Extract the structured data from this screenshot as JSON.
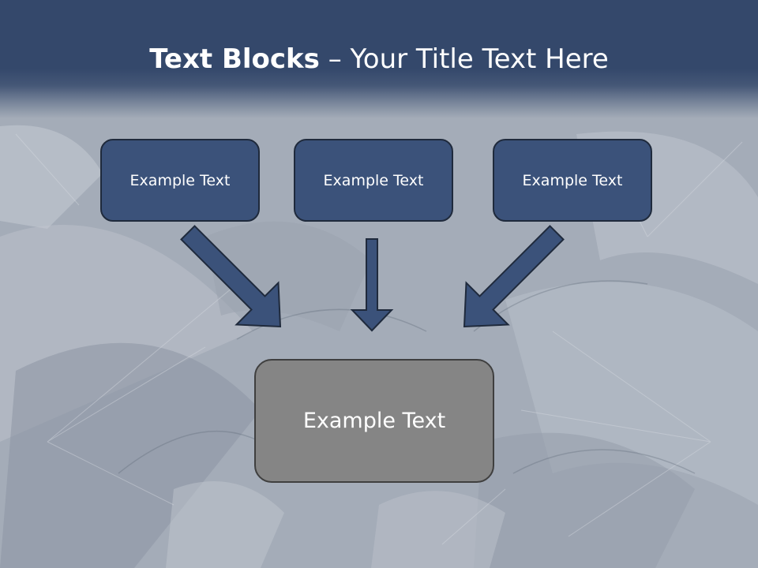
{
  "title": {
    "bold_part": "Text Blocks",
    "separator": " – ",
    "normal_part": "Your Title Text Here"
  },
  "blocks": {
    "top": [
      {
        "label": "Example Text"
      },
      {
        "label": "Example Text"
      },
      {
        "label": "Example Text"
      }
    ],
    "bottom": {
      "label": "Example Text"
    }
  },
  "colors": {
    "header": "#34486b",
    "top_box_fill": "#3b527a",
    "bottom_box_fill": "#858585",
    "arrow_fill": "#3b527a",
    "arrow_stroke": "#1f2a3c"
  },
  "icons": [
    "arrow-down-right-icon",
    "arrow-down-icon",
    "arrow-down-left-icon"
  ]
}
